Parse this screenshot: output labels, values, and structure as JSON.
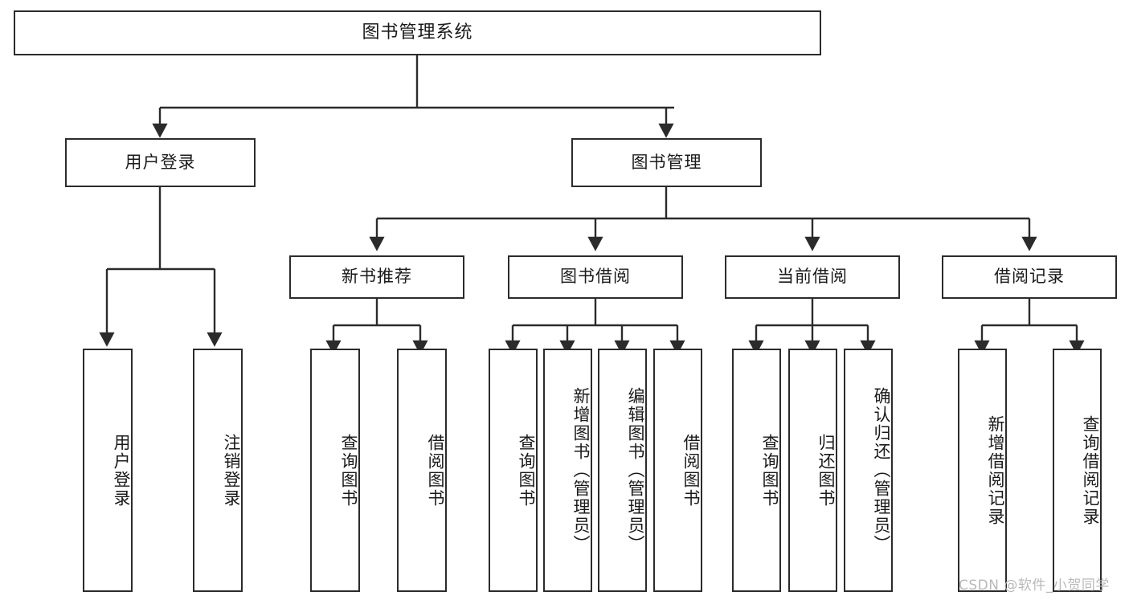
{
  "diagram": {
    "title": "图书管理系统",
    "type": "tree-hierarchy-diagram",
    "colors": {
      "stroke": "#2b2b2b",
      "fill": "#ffffff",
      "text": "#1a1a1a",
      "watermark": "#b9b9b9"
    },
    "root": {
      "label": "图书管理系统"
    },
    "level2": [
      {
        "label": "用户登录"
      },
      {
        "label": "图书管理"
      }
    ],
    "level3": [
      {
        "label": "新书推荐"
      },
      {
        "label": "图书借阅"
      },
      {
        "label": "当前借阅"
      },
      {
        "label": "借阅记录"
      }
    ],
    "leaves": {
      "user_login": [
        {
          "label": "用户登录"
        },
        {
          "label": "注销登录"
        }
      ],
      "new_book_recommend": [
        {
          "label": "查询图书"
        },
        {
          "label": "借阅图书"
        }
      ],
      "book_borrow": [
        {
          "label": "查询图书"
        },
        {
          "label": "新增图书（管理员）"
        },
        {
          "label": "编辑图书（管理员）"
        },
        {
          "label": "借阅图书"
        }
      ],
      "current_borrow": [
        {
          "label": "查询图书"
        },
        {
          "label": "归还图书"
        },
        {
          "label": "确认归还（管理员）"
        }
      ],
      "borrow_record": [
        {
          "label": "新增借阅记录"
        },
        {
          "label": "查询借阅记录"
        }
      ]
    },
    "watermark": "CSDN @软件_小贺同学"
  }
}
